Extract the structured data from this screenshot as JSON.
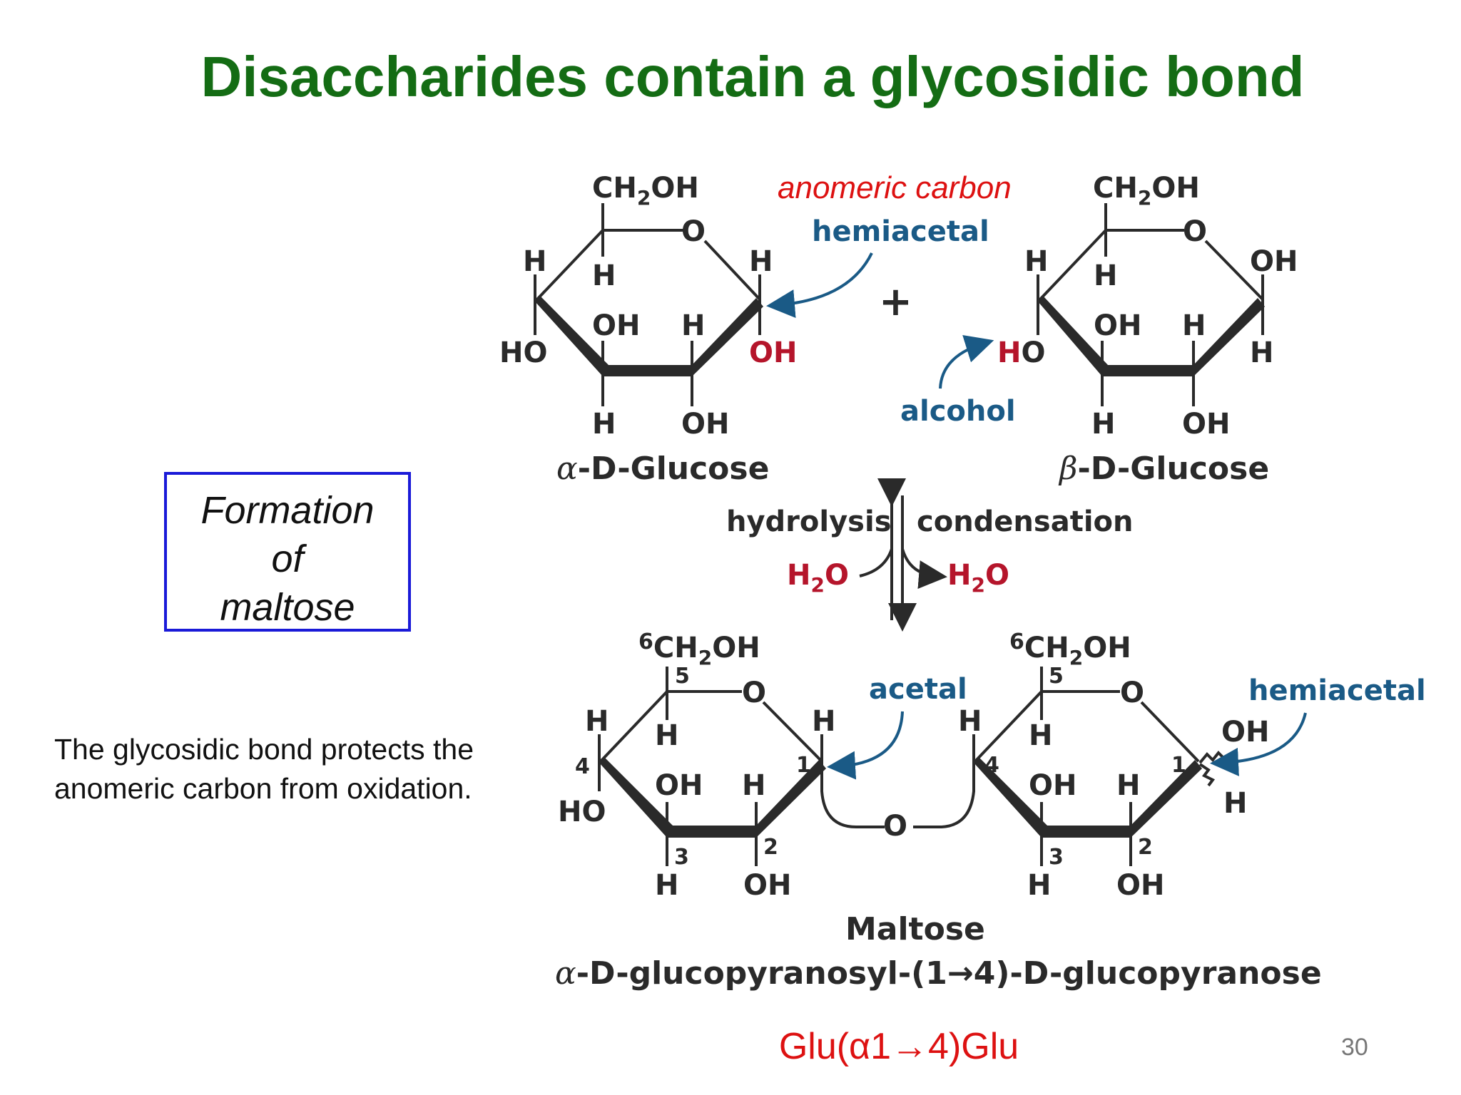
{
  "slide": {
    "title": "Disaccharides contain a glycosidic bond",
    "box_lines": [
      "Formation",
      "of",
      "maltose"
    ],
    "note": "The glycosidic bond protects the anomeric carbon from oxidation.",
    "glu_label": "Glu(α1→4)Glu",
    "page_number": "30"
  },
  "scheme": {
    "anomeric_carbon_label": "anomeric carbon",
    "hemiacetal_label": "hemiacetal",
    "alcohol_label": "alcohol",
    "acetal_label": "acetal",
    "plus": "+",
    "alpha_glucose": {
      "prefix": "α",
      "label": "-D-Glucose"
    },
    "beta_glucose": {
      "prefix": "β",
      "label": "-D-Glucose"
    },
    "hydrolysis": "hydrolysis",
    "condensation": "condensation",
    "water": "H2O",
    "maltose_name": "Maltose",
    "iupac": {
      "prefix": "α",
      "body": "-D-glucopyranosyl-(1→4)-D-glucopyranose"
    },
    "colors": {
      "green_title": "#146c14",
      "red": "#dd1111",
      "blue": "#1a5a86",
      "box_border": "#1a1ad8"
    }
  }
}
